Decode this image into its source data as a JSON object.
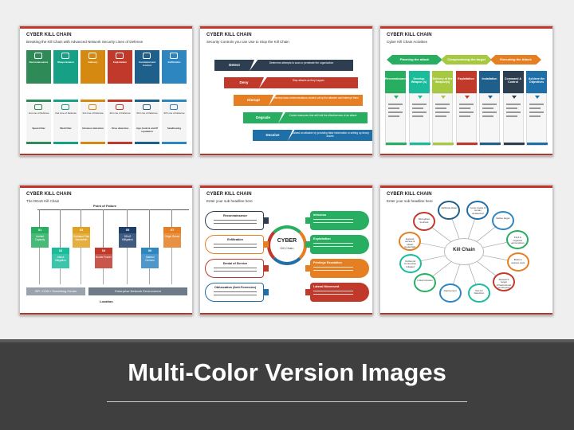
{
  "banner": {
    "title": "Multi-Color Version Images"
  },
  "slide1": {
    "title": "CYBER KILL CHAIN",
    "subtitle": "Breaking the Kill Chain with Advanced Network Security Lines of Defense",
    "top_cards": [
      {
        "label": "Reconnaissance",
        "color": "#2e8b57"
      },
      {
        "label": "Weaponization",
        "color": "#16a085"
      },
      {
        "label": "Delivery",
        "color": "#d68910"
      },
      {
        "label": "Exploitation",
        "color": "#c0392b"
      },
      {
        "label": "Command and Control",
        "color": "#1f5f8b"
      },
      {
        "label": "Exfiltration",
        "color": "#2e86c1"
      }
    ],
    "defense_cards": [
      {
        "line": "1st Line of Defense",
        "tool": "Spam Filter",
        "color": "#2e8b57"
      },
      {
        "line": "2nd Line of Defense",
        "tool": "Web Filter",
        "color": "#16a085"
      },
      {
        "line": "3rd Line of Defense",
        "tool": "Intrusion detection",
        "color": "#d68910"
      },
      {
        "line": "4th Line of Defense",
        "tool": "Virus detection",
        "color": "#c0392b"
      },
      {
        "line": "5th Line of Defense",
        "tool": "App Control and IP reputation",
        "color": "#1f5f8b"
      },
      {
        "line": "6th Line of Defense",
        "tool": "Sandboxing",
        "color": "#2e86c1"
      }
    ]
  },
  "slide2": {
    "title": "CYBER KILL CHAIN",
    "subtitle": "Security Controls you can Use to Stop the Kill Chain",
    "steps": [
      {
        "label": "Detect",
        "desc": "Determine attempts to scan or penetrate the organization",
        "color": "#2c3e50"
      },
      {
        "label": "Deny",
        "desc": "Stop attacks as they happen",
        "color": "#c0392b"
      },
      {
        "label": "Disrupt",
        "desc": "Intercept data communications carried out by the attacker and interrupt them",
        "color": "#e67e22"
      },
      {
        "label": "Degrade",
        "desc": "Create measures that will limit the effectiveness of an attack",
        "color": "#27ae60"
      },
      {
        "label": "Deceive",
        "desc": "Mislead an attacker by providing false information or setting up decoy assets",
        "color": "#1f6fa8"
      }
    ]
  },
  "slide3": {
    "title": "CYBER KILL CHAIN",
    "subtitle": "Cyber Kill Chain Activities",
    "phases": [
      {
        "label": "Planning the attack",
        "color": "#27ae60"
      },
      {
        "label": "Compromising the target",
        "color": "#a7c942"
      },
      {
        "label": "Executing the Attack",
        "color": "#e67e22"
      }
    ],
    "columns": [
      {
        "label": "Reconnaissance",
        "color": "#27ae60"
      },
      {
        "label": "Develop Weapon (s)",
        "color": "#1abc9c"
      },
      {
        "label": "Delivery of the Weapon(s)",
        "color": "#a7c942"
      },
      {
        "label": "Exploitation",
        "color": "#c0392b"
      },
      {
        "label": "Installation",
        "color": "#1f5f8b"
      },
      {
        "label": "Command & Control",
        "color": "#2c3e50"
      },
      {
        "label": "Achieve the Objectives",
        "color": "#1f6fa8"
      }
    ]
  },
  "slide4": {
    "title": "CYBER KILL CHAIN",
    "subtitle": "The DDoS Kill Chain",
    "point_label": "Point of Failure",
    "nodes": [
      {
        "num": "01",
        "label": "Limited Capacity",
        "color": "#27ae60"
      },
      {
        "num": "02",
        "label": "Attack Mitigation",
        "color": "#1abc9c"
      },
      {
        "num": "03",
        "label": "Outdated Plan Bandwidth",
        "color": "#e0a020"
      },
      {
        "num": "04",
        "label": "Border Router",
        "color": "#c0392b"
      },
      {
        "num": "05",
        "label": "DDoS Mitigation",
        "color": "#1f3f6b"
      },
      {
        "num": "06",
        "label": "Stateful Devices",
        "color": "#2e86c1"
      },
      {
        "num": "07",
        "label": "Origin Server",
        "color": "#e67e22"
      }
    ],
    "env_left": "ISP / CDN / Scrubbing Center",
    "env_right": "Enterprise Network Environment",
    "location": "Location"
  },
  "slide5": {
    "title": "CYBER KILL CHAIN",
    "subtitle": "Enter your sub headline here",
    "center_title": "CYBER",
    "center_sub": "Kill Chain",
    "left_items": [
      {
        "title": "Reconnaissance",
        "color": "#2c3e50"
      },
      {
        "title": "Exfiltration",
        "color": "#e67e22"
      },
      {
        "title": "Denial of Service",
        "color": "#c0392b"
      },
      {
        "title": "Obfuscation (Anti-Forensics)",
        "color": "#1f6fa8"
      }
    ],
    "right_items": [
      {
        "title": "Intrusion",
        "color": "#27ae60"
      },
      {
        "title": "Exploitation",
        "color": "#27ae60"
      },
      {
        "title": "Privilege Escalation",
        "color": "#e67e22"
      },
      {
        "title": "Lateral Movement",
        "color": "#c0392b"
      }
    ]
  },
  "slide6": {
    "title": "CYBER KILL CHAIN",
    "subtitle": "Enter your sub headline here",
    "center": "Kill Chain",
    "petals": [
      {
        "label": "Cover tracks & remain undetected",
        "color": "#1f6fa8"
      },
      {
        "label": "Define target",
        "color": "#2e86c1"
      },
      {
        "label": "Find & organize accomplices",
        "color": "#27ae60"
      },
      {
        "label": "Build or acquire tools",
        "color": "#e67e22"
      },
      {
        "label": "Research target infrastructure/ employees",
        "color": "#c0392b"
      },
      {
        "label": "Test for Detection",
        "color": "#1abc9c"
      },
      {
        "label": "Deployment",
        "color": "#2e86c1"
      },
      {
        "label": "Initial Intrusion",
        "color": "#27ae60"
      },
      {
        "label": "Outbound Connection Initiated",
        "color": "#1abc9c"
      },
      {
        "label": "Expand access & obtain credentials",
        "color": "#e67e22"
      },
      {
        "label": "Strengthen foothold",
        "color": "#c0392b"
      },
      {
        "label": "Exfiltrate Data",
        "color": "#1f5f8b"
      }
    ]
  }
}
